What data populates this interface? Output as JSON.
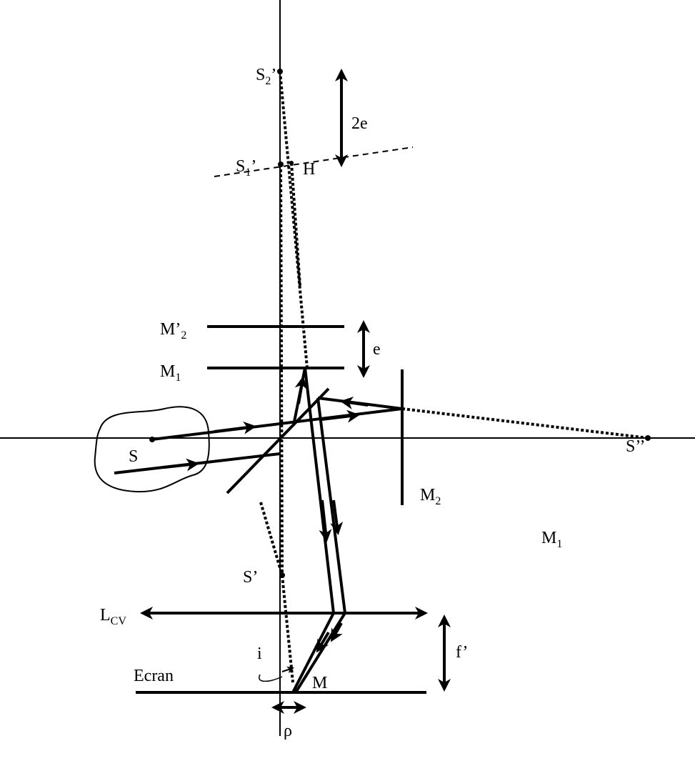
{
  "title": "Michelson interferometer in air-wedge / flat configuration with image sources",
  "labels": {
    "s2_prime": {
      "base": "S",
      "sub": "2",
      "suffix": "’"
    },
    "s1_prime": {
      "base": "S",
      "sub": "1",
      "suffix": "’"
    },
    "h": "H",
    "two_e": "2e",
    "m2_prime": {
      "base": "M’",
      "sub": "2"
    },
    "m1_upper": {
      "base": "M",
      "sub": "1"
    },
    "e": "e",
    "s": "S",
    "s_double_prime": "S’’",
    "m2": {
      "base": "M",
      "sub": "2"
    },
    "m1_right": {
      "base": "M",
      "sub": "1"
    },
    "s_prime": "S’",
    "lens": {
      "base": "L",
      "sub": "CV"
    },
    "f_prime": "f’",
    "i": "i",
    "screen": "Ecran",
    "m_point": "M",
    "rho": "ρ"
  },
  "colors": {
    "ink": "#000000",
    "background": "#ffffff"
  }
}
